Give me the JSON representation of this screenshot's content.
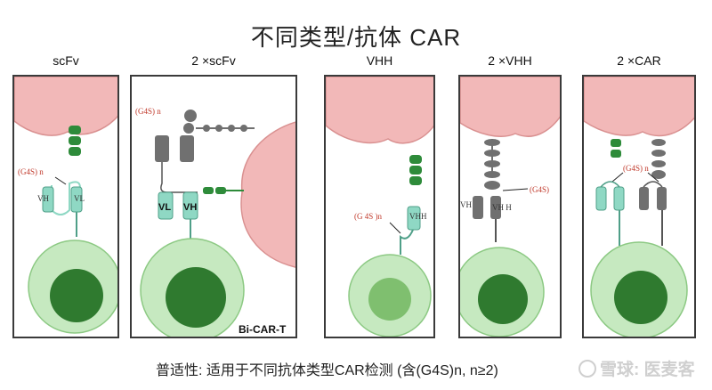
{
  "title": "不同类型/抗体 CAR",
  "panels": [
    {
      "label": "scFv",
      "linker": "(G4S) n",
      "vh": "VH",
      "vl": "VL"
    },
    {
      "label": "2 ×scFv",
      "linker": "(G4S) n",
      "vl": "VL",
      "vh": "VH",
      "cell_tag": "Bi-CAR-T"
    },
    {
      "label": "VHH",
      "linker": "(G 4S )n",
      "vhh": "VHH"
    },
    {
      "label": "2 ×VHH",
      "linker": "(G4S)",
      "vh_left": "VH",
      "vh_right": "VH H"
    },
    {
      "label": "2 ×CAR",
      "linker": "(G4S) n"
    }
  ],
  "caption": "普适性: 适用于不同抗体类型CAR检测 (含(G4S)n, n≥2)",
  "watermark": "雪球: 医麦客",
  "colors": {
    "tumor": "#f2b8b8",
    "cell_outer": "#c6e9c0",
    "cell_inner": "#2f7a2f",
    "domain_teal": "#8fd8c4",
    "domain_grey": "#707070",
    "cd3": "#2e8b3a"
  }
}
